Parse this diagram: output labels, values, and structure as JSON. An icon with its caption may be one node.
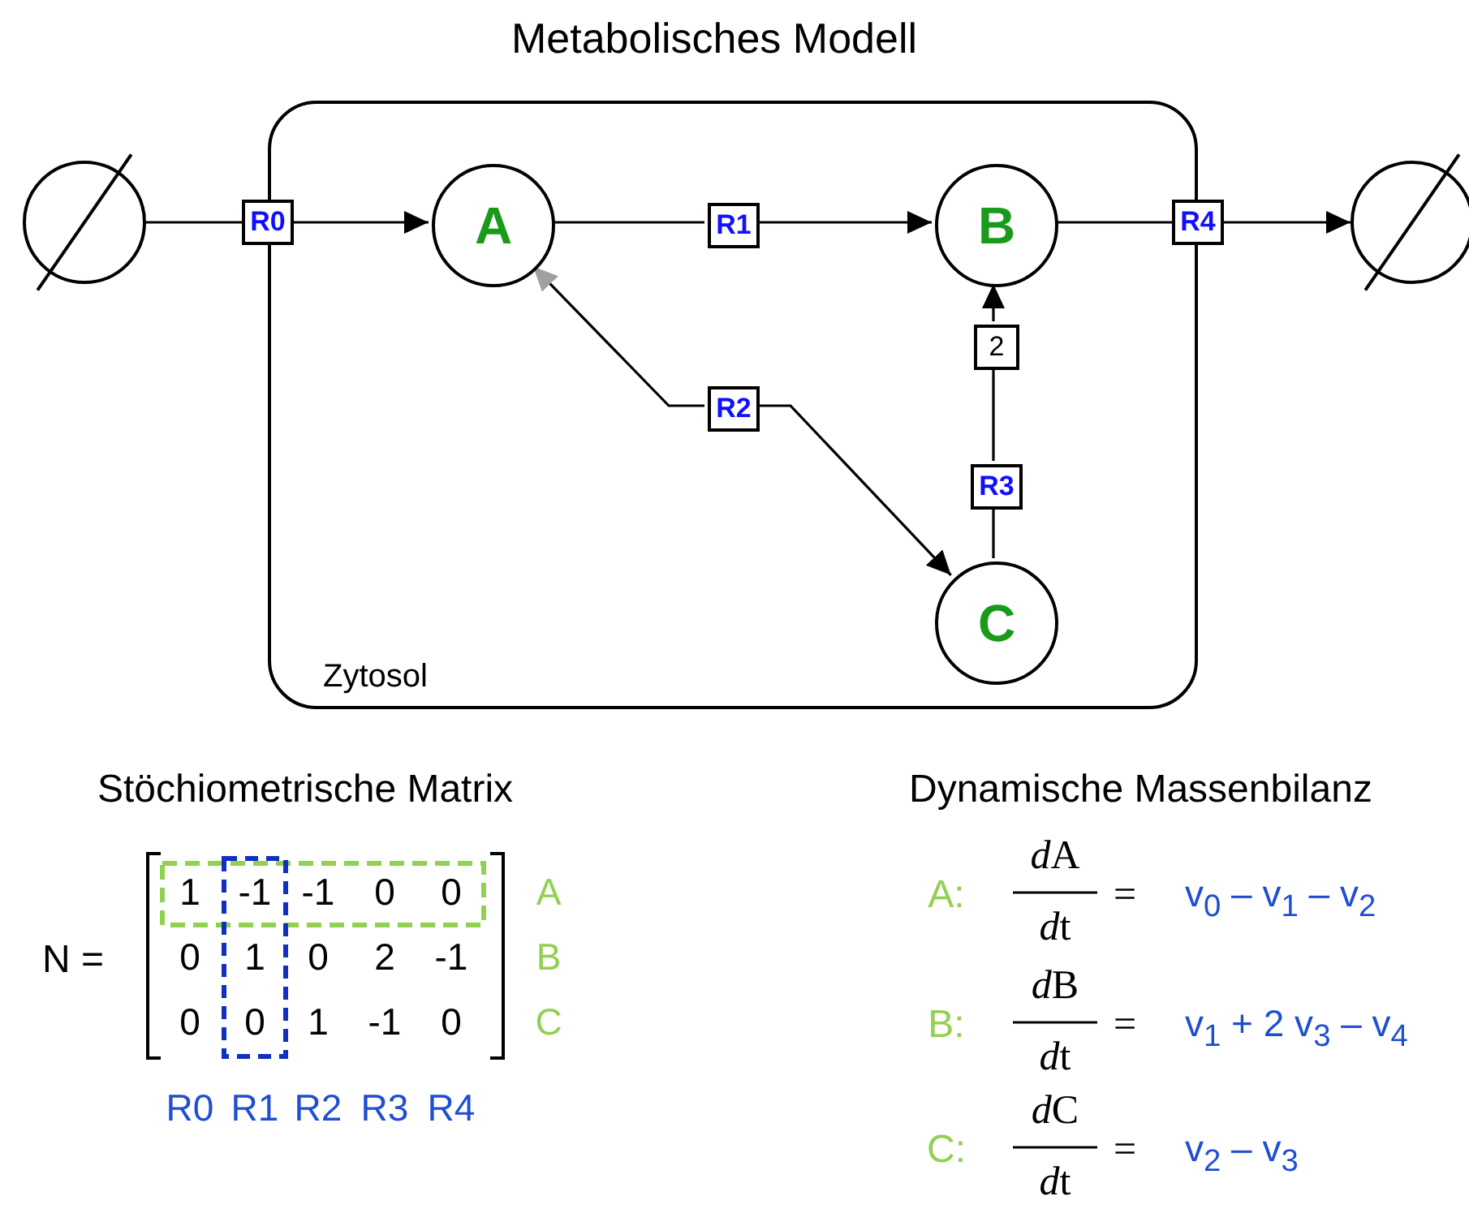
{
  "diagram": {
    "title": "Metabolisches Modell",
    "nodes": [
      {
        "text": [],
        "shape": "circle"
      },
      {
        "text": [
          "R0"
        ]
      },
      {
        "text": [
          "Zytosol"
        ]
      },
      {
        "text": [
          "A"
        ],
        "in": 2
      },
      {
        "text": [
          "R1"
        ],
        "in": 2
      },
      {
        "text": [
          "B"
        ],
        "in": 2
      },
      {
        "text": [
          "R4"
        ]
      },
      {
        "text": [],
        "shape": "circle"
      },
      {
        "text": [
          "2"
        ],
        "in": 2
      },
      {
        "text": [
          "R2"
        ],
        "in": 2
      },
      {
        "text": [
          "R3"
        ],
        "in": 2
      },
      {
        "text": [
          "C"
        ],
        "in": 2
      }
    ],
    "edges": [
      {
        "from": 0,
        "to": 1,
        "arrow": "none"
      },
      {
        "from": 1,
        "to": 3,
        "arrow": "to"
      },
      {
        "from": 3,
        "to": 4,
        "arrow": "none"
      },
      {
        "from": 4,
        "to": 5,
        "arrow": "to"
      },
      {
        "from": 5,
        "to": 6,
        "arrow": "none"
      },
      {
        "from": 6,
        "to": 7,
        "arrow": "to"
      },
      {
        "from": 9,
        "to": 3,
        "arrow": "to"
      },
      {
        "from": 9,
        "to": 11,
        "arrow": "to"
      },
      {
        "from": 11,
        "to": 10,
        "arrow": "none"
      },
      {
        "from": 10,
        "to": 8,
        "arrow": "none"
      },
      {
        "from": 8,
        "to": 5,
        "arrow": "to"
      }
    ],
    "labels": [
      "Stöchiometrische Matrix",
      "N =",
      "1",
      "-1",
      "-1",
      "0",
      "0",
      "A",
      "0",
      "1",
      "0",
      "2",
      "-1",
      "B",
      "0",
      "0",
      "1",
      "-1",
      "0",
      "C",
      "R0",
      "R1",
      "R2",
      "R3",
      "R4",
      "Dynamische Massenbilanz",
      "A:",
      "dA",
      "dt",
      "=",
      "v$_{0}$ – v$_{1}$ – v$_{2}$",
      "B:",
      "dB",
      "dt",
      "=",
      "v$_{1}$ + 2 v$_{3}$ – v$_{4}$",
      "C:",
      "dC",
      "dt",
      "=",
      "v$_{2}$ – v$_{3}$"
    ]
  }
}
